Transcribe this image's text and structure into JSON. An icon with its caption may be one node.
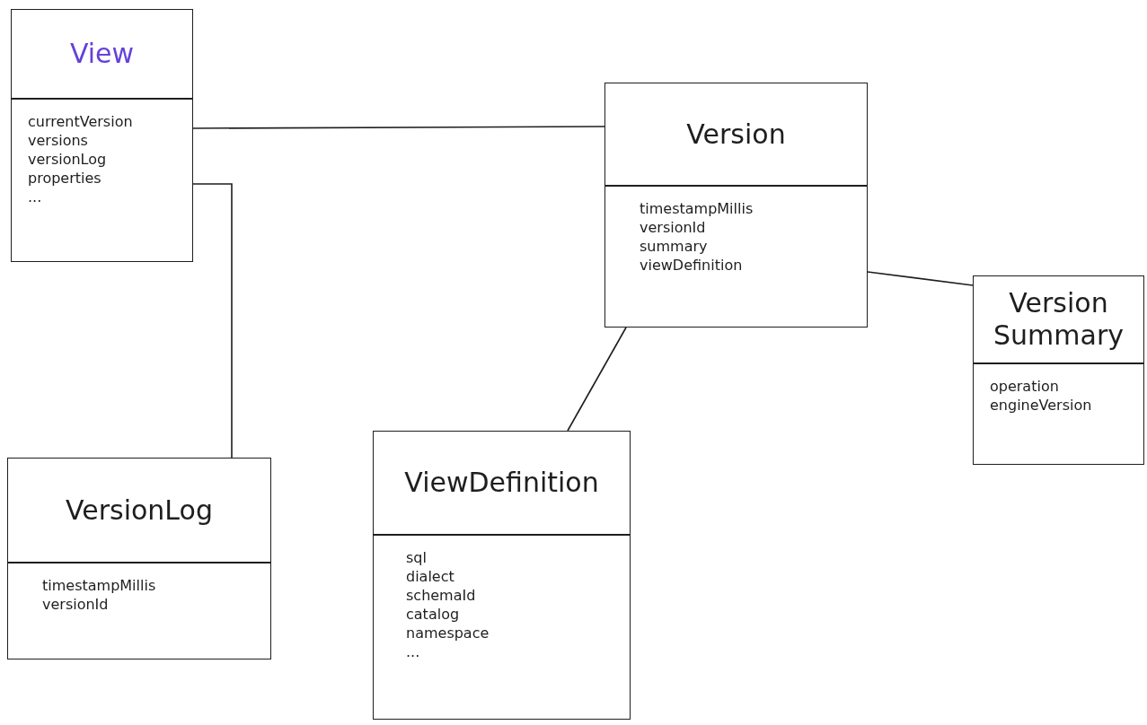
{
  "diagram": {
    "nodes": [
      {
        "text": [
          "View"
        ]
      },
      {
        "text": [
          "currentVersion",
          "versions",
          "versionLog",
          "properties",
          "..."
        ]
      },
      {
        "text": [
          "Version"
        ]
      },
      {
        "text": [
          "timestampMillis",
          "versionId",
          "summary",
          "viewDefinition"
        ]
      },
      {
        "text": [
          "Version Summary"
        ]
      },
      {
        "text": [
          "operation",
          "engineVersion"
        ]
      },
      {
        "text": [
          "VersionLog"
        ]
      },
      {
        "text": [
          "timestampMillis",
          "versionId"
        ]
      },
      {
        "text": [
          "ViewDefinition"
        ]
      },
      {
        "text": [
          "sql",
          "dialect",
          "schemaId",
          "catalog",
          "namespace",
          "..."
        ]
      }
    ],
    "edges": [
      {
        "from": 1,
        "to": 2,
        "arrow": "none"
      },
      {
        "from": 1,
        "to": 6,
        "arrow": "none"
      },
      {
        "from": 3,
        "to": 4,
        "arrow": "none"
      },
      {
        "from": 3,
        "to": 8,
        "arrow": "none"
      }
    ]
  }
}
